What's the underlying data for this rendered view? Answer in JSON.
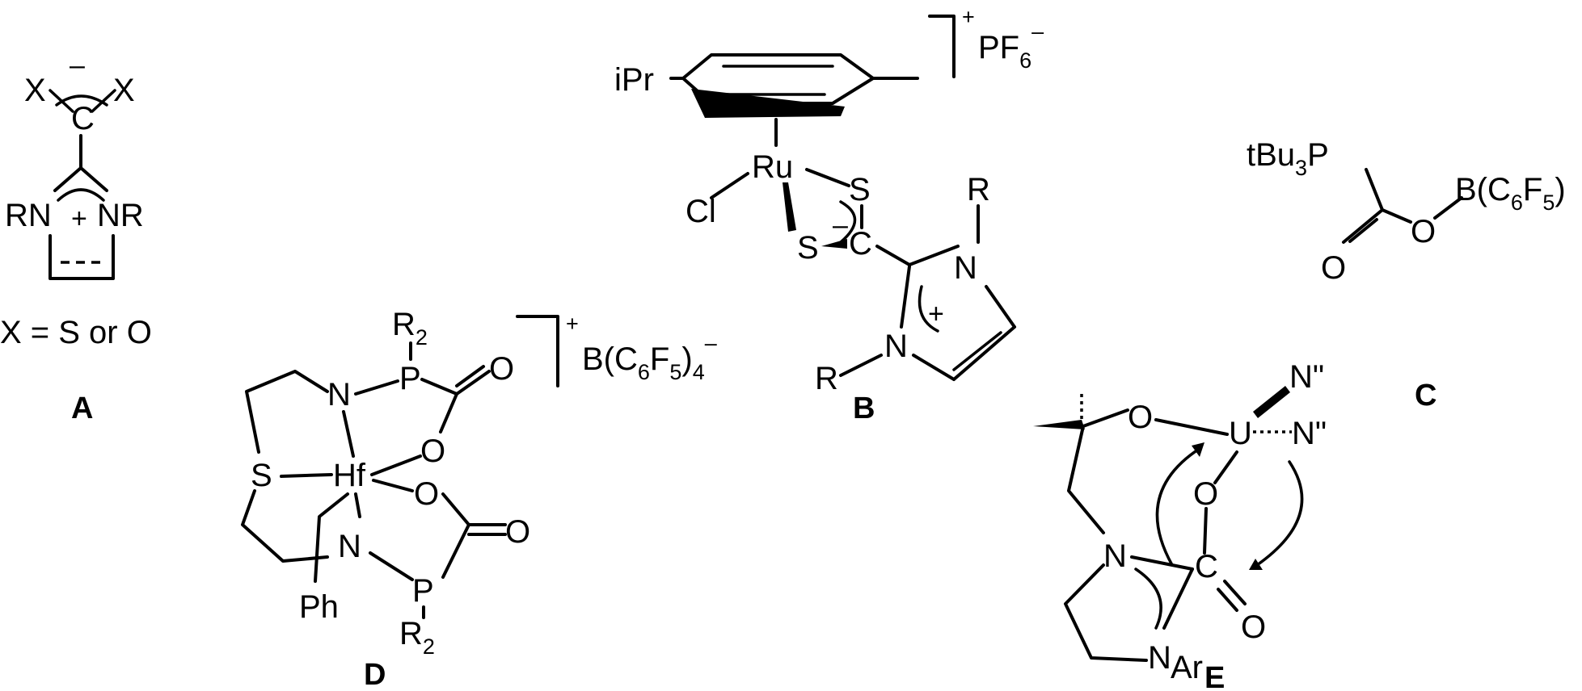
{
  "title": "",
  "compounds": [
    {
      "id": "A",
      "label": "A",
      "caption": "X = S or O",
      "atoms": {
        "x1": "X",
        "x2": "X",
        "c": "C",
        "n1": "RN",
        "n2": "NR"
      },
      "charges": {
        "minus": "–",
        "plus": "+"
      }
    },
    {
      "id": "B",
      "label": "B",
      "counterion": "PF",
      "counterion_sub": "6",
      "counterion_charge": "–",
      "cation_charge": "+",
      "atoms": {
        "ipr": "iPr",
        "ru": "Ru",
        "cl": "Cl",
        "s1": "S",
        "s2": "S",
        "c": "C",
        "n1": "N",
        "n2": "N",
        "r1": "R",
        "r2": "R"
      },
      "charges": {
        "minus": "–",
        "plus": "+"
      }
    },
    {
      "id": "C",
      "label": "C",
      "atoms": {
        "p": "tBu",
        "p_sub": "3",
        "p_tail": "P",
        "o1": "O",
        "o2": "O",
        "b": "B(C",
        "b_sub1": "6",
        "b_mid": "F",
        "b_sub2": "5",
        "b_end": ")"
      }
    },
    {
      "id": "D",
      "label": "D",
      "counterion": "B(C",
      "counterion_sub1": "6",
      "counterion_mid": "F",
      "counterion_sub2": "5",
      "counterion_end": ")",
      "counterion_sub3": "4",
      "counterion_charge": "–",
      "cation_charge": "+",
      "atoms": {
        "r2a": "R",
        "r2a_sub": "2",
        "p1": "P",
        "n1": "N",
        "o1": "O",
        "o2": "O",
        "s": "S",
        "hf": "Hf",
        "o3": "O",
        "o4": "O",
        "n2": "N",
        "p2": "P",
        "ph": "Ph",
        "r2b": "R",
        "r2b_sub": "2"
      }
    },
    {
      "id": "E",
      "label": "E",
      "atoms": {
        "n1": "N\"",
        "o1": "O",
        "u": "U",
        "n2": "N\"",
        "o2": "O",
        "n3": "N",
        "c": "C",
        "o3": "O",
        "n4": "N",
        "ar": "Ar"
      }
    }
  ]
}
